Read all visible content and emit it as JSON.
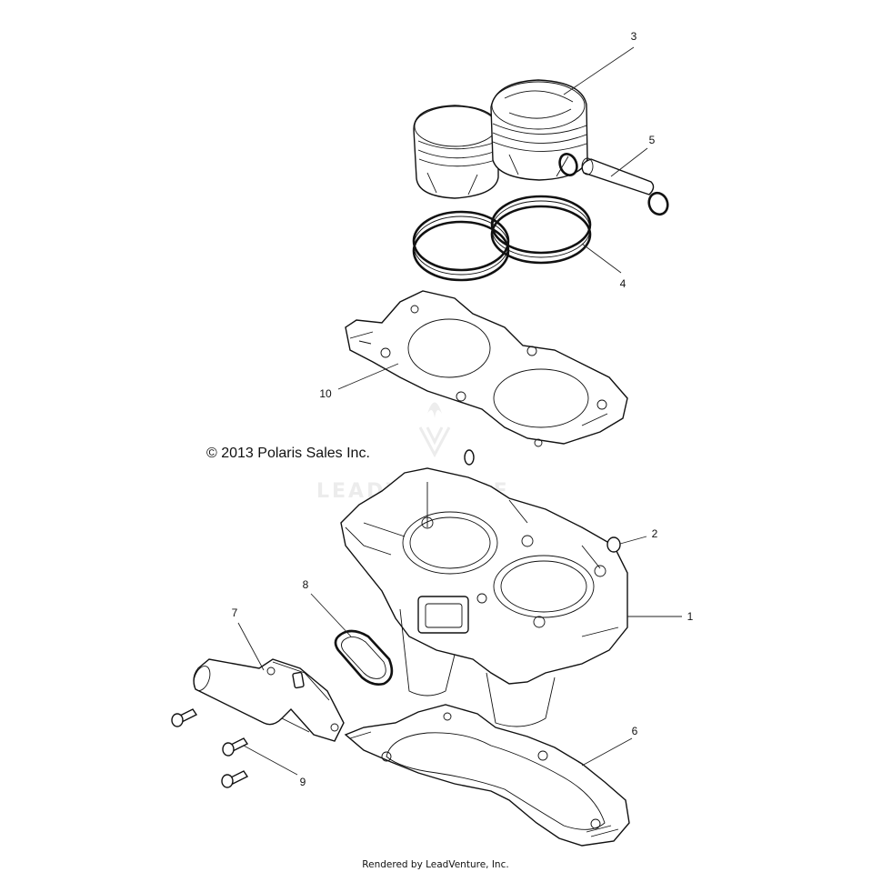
{
  "callouts": [
    {
      "id": "1",
      "label": "1"
    },
    {
      "id": "2",
      "label": "2"
    },
    {
      "id": "3",
      "label": "3"
    },
    {
      "id": "4",
      "label": "4"
    },
    {
      "id": "5",
      "label": "5"
    },
    {
      "id": "6",
      "label": "6"
    },
    {
      "id": "7",
      "label": "7"
    },
    {
      "id": "8",
      "label": "8"
    },
    {
      "id": "9",
      "label": "9"
    },
    {
      "id": "10",
      "label": "10"
    }
  ],
  "copyright": "© 2013 Polaris Sales Inc.",
  "footer": "Rendered by LeadVenture, Inc.",
  "watermark": "LEADVENTURE"
}
